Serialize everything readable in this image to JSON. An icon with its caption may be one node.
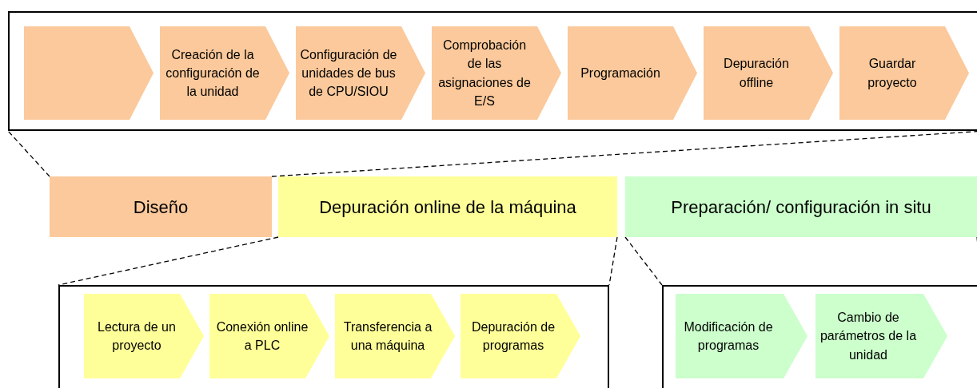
{
  "diagram": {
    "nodes": [
      {
        "text": [],
        "shape": "box"
      },
      {
        "text": [],
        "shape": "chevron",
        "in": 0
      },
      {
        "text": [
          "Creación de la configuración de la unidad"
        ],
        "in": 0
      },
      {
        "text": [
          "Configuración de unidades de bus de CPU/SIOU"
        ],
        "in": 0
      },
      {
        "text": [
          "Comprobación de las asignaciones de E/S"
        ],
        "in": 0
      },
      {
        "text": [
          "Programación"
        ],
        "in": 0
      },
      {
        "text": [
          "Depuración offline"
        ],
        "in": 0
      },
      {
        "text": [
          "Guardar proyecto"
        ],
        "in": 0
      },
      {
        "text": [
          "Diseño"
        ]
      },
      {
        "text": [
          "Depuración online de la máquina"
        ]
      },
      {
        "text": [
          "Preparación/ configuración in situ"
        ]
      },
      {
        "text": [],
        "shape": "box"
      },
      {
        "text": [
          "Lectura de un proyecto"
        ],
        "in": 11
      },
      {
        "text": [
          "Conexión online a PLC"
        ],
        "in": 11
      },
      {
        "text": [
          "Transferencia a una máquina"
        ],
        "in": 11
      },
      {
        "text": [
          "Depuración de programas"
        ],
        "in": 11
      },
      {
        "text": [],
        "shape": "box"
      },
      {
        "text": [
          "Modificación de programas"
        ],
        "in": 16
      },
      {
        "text": [
          "Cambio de parámetros de la unidad"
        ],
        "in": 16
      }
    ],
    "edges": [
      {
        "from": 8,
        "to": 0,
        "arrow": "none",
        "style": "dashed"
      },
      {
        "from": 8,
        "to": 0,
        "arrow": "none",
        "style": "dashed"
      },
      {
        "from": 9,
        "to": 11,
        "arrow": "none",
        "style": "dashed"
      },
      {
        "from": 9,
        "to": 11,
        "arrow": "none",
        "style": "dashed"
      },
      {
        "from": 10,
        "to": 16,
        "arrow": "none",
        "style": "dashed"
      },
      {
        "from": 10,
        "to": 16,
        "arrow": "none",
        "style": "dashed"
      }
    ]
  }
}
